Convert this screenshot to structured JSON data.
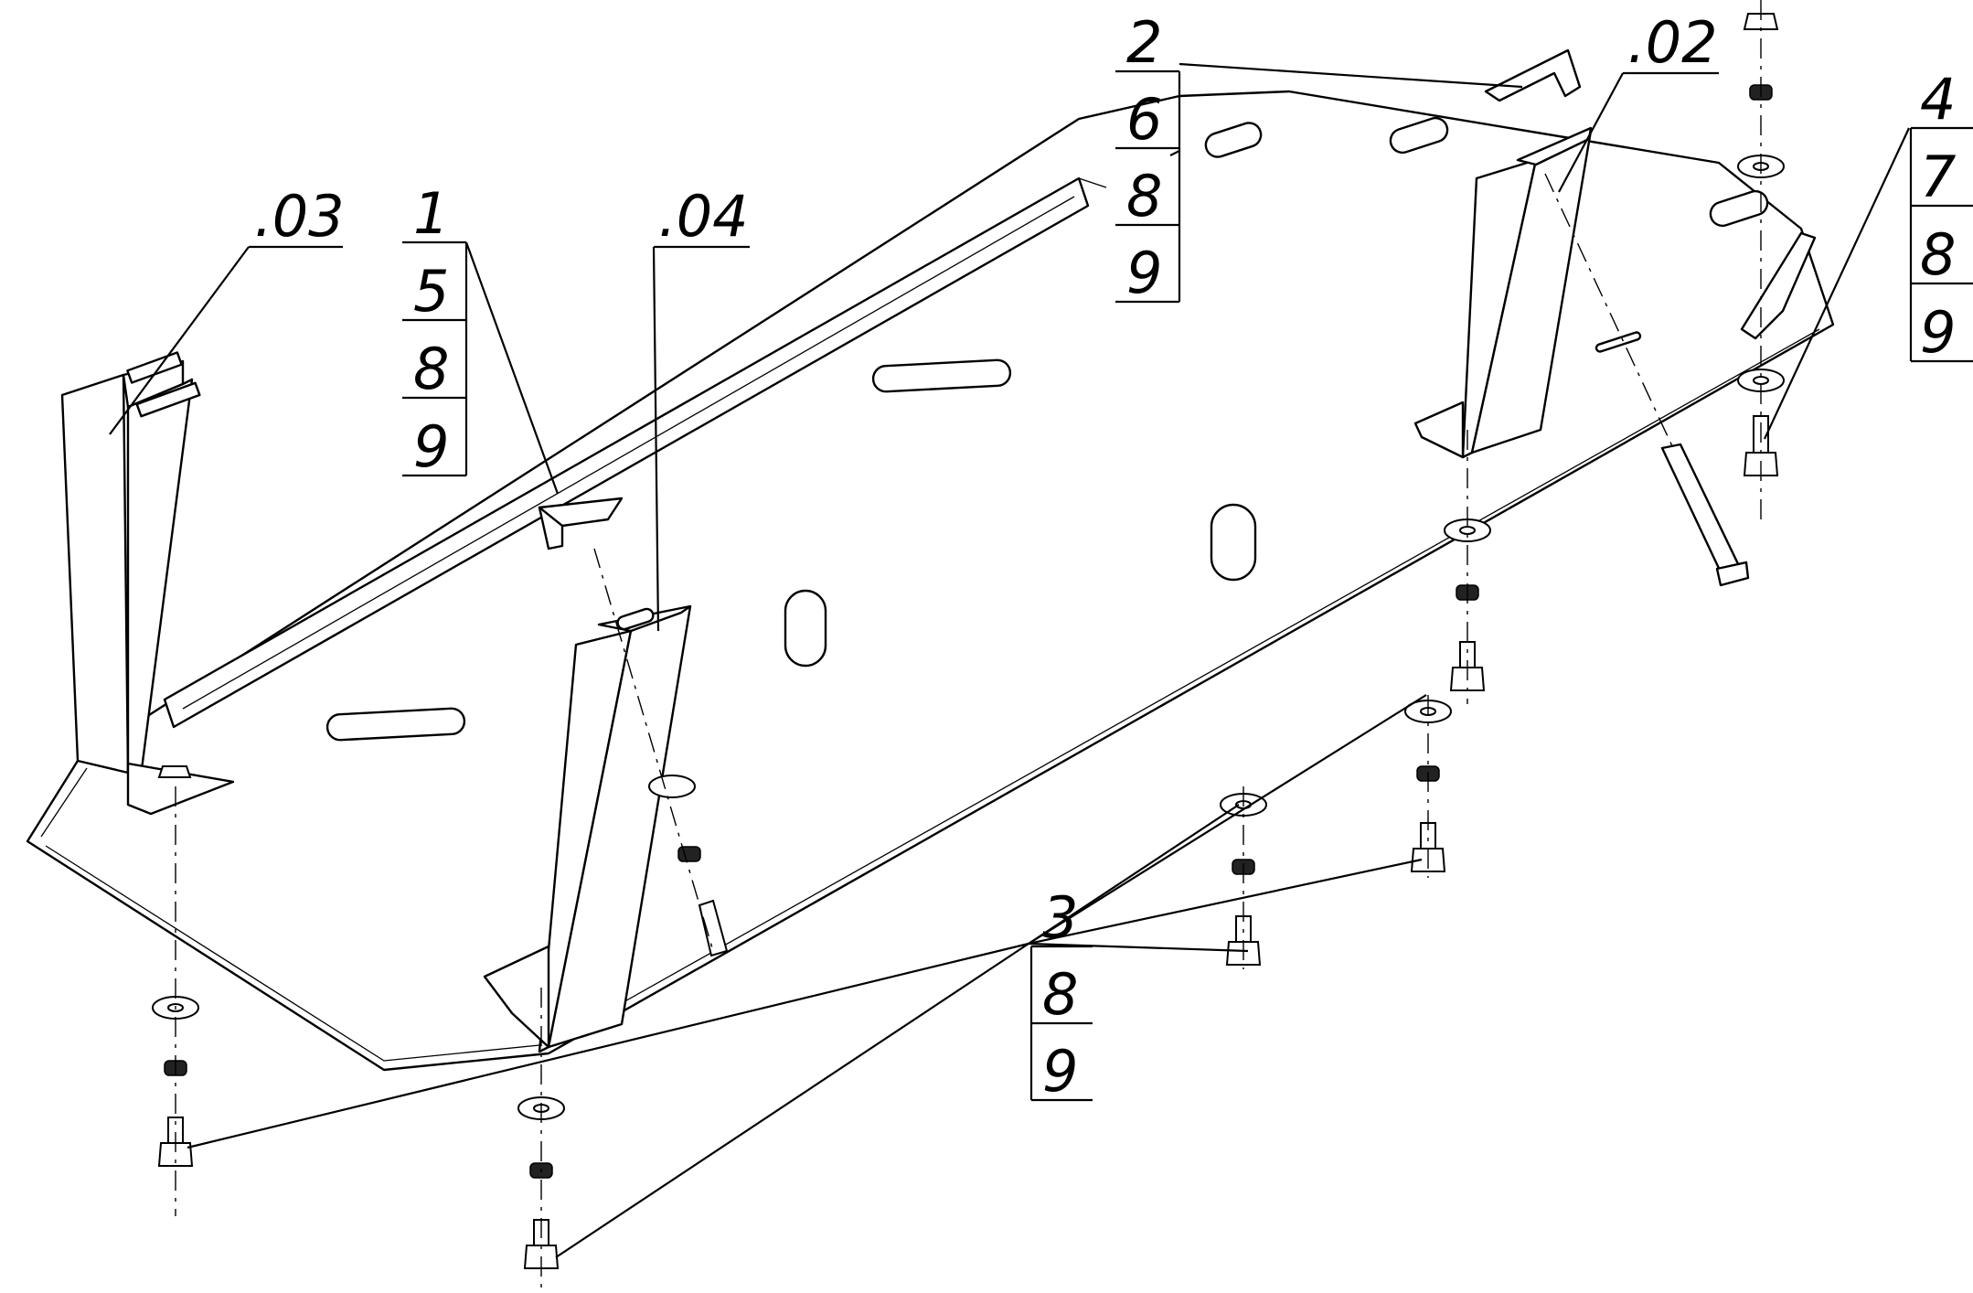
{
  "callouts": {
    "sub_03": ".03",
    "sub_04": ".04",
    "sub_02": ".02",
    "stack_left": [
      "1",
      "5",
      "8",
      "9"
    ],
    "stack_top": [
      "2",
      "6",
      "8",
      "9"
    ],
    "stack_right": [
      "4",
      "7",
      "8",
      "9"
    ],
    "stack_bottom": [
      "3",
      "8",
      "9"
    ]
  }
}
